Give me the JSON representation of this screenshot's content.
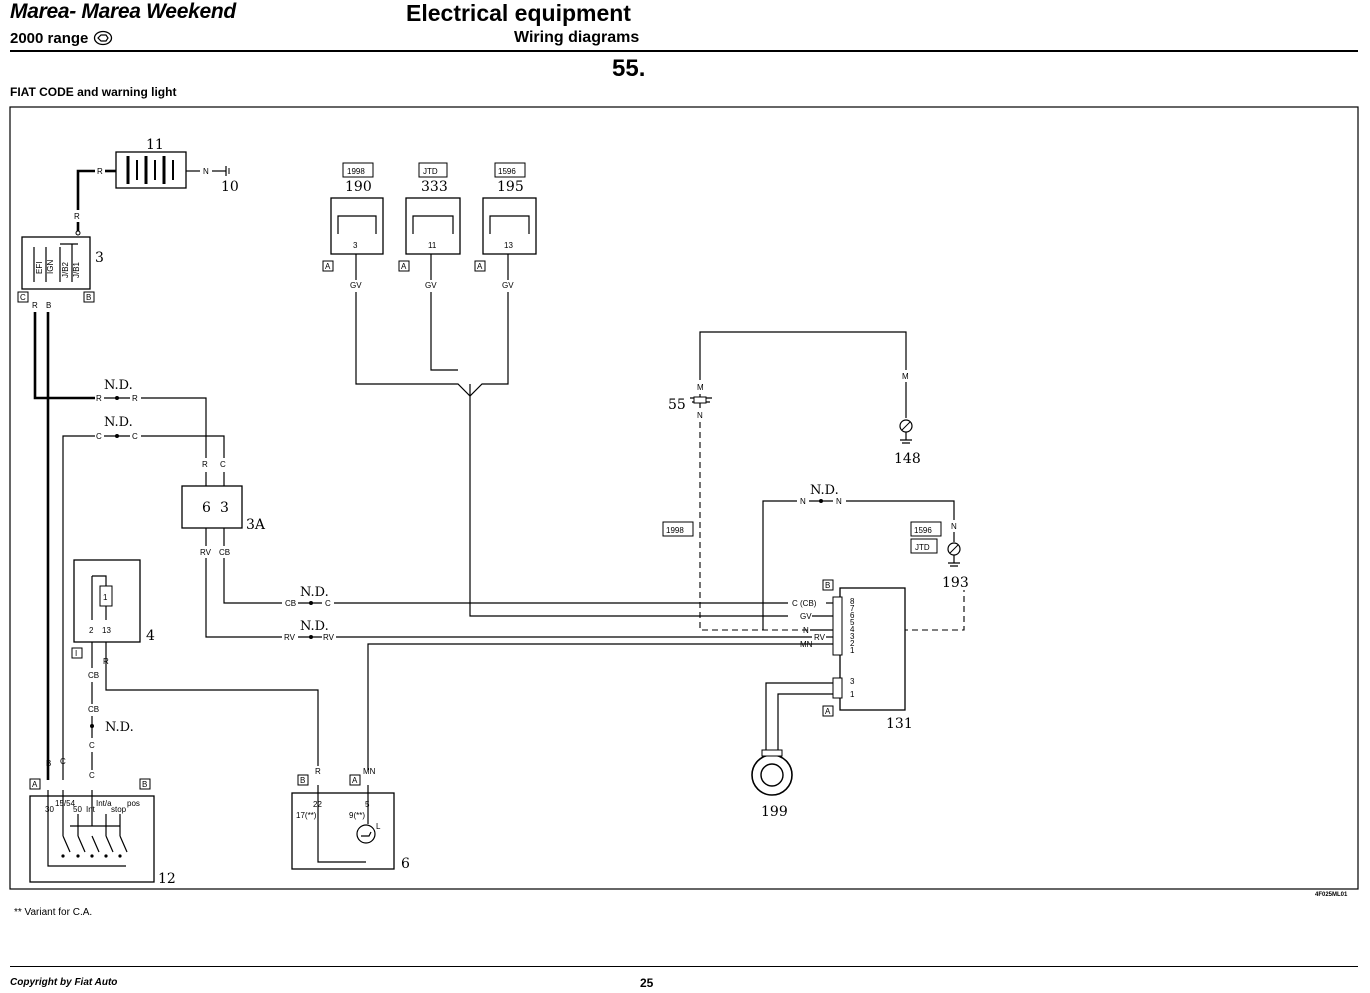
{
  "header": {
    "model": "Marea- Marea Weekend",
    "range": "2000 range",
    "section_title": "Electrical equipment",
    "section_subtitle": "Wiring diagrams",
    "page_code": "55."
  },
  "diagram_title": "FIAT CODE and warning light",
  "footnote": "**  Variant for C.A.",
  "footer": {
    "copyright": "Copyright by Fiat Auto",
    "page_number": "25",
    "drawing_code": "4F025ML01"
  },
  "components": {
    "c11": "11",
    "c10": "10",
    "c3": "3",
    "c3a": "3A",
    "c4": "4",
    "c12": "12",
    "c6": "6",
    "c131": "131",
    "c199": "199",
    "c55": "55",
    "c148": "148",
    "c193": "193",
    "c190": "190",
    "c333": "333",
    "c195": "195"
  },
  "variant_tags": {
    "v1998": "1998",
    "vjtd": "JTD",
    "v1596": "1596"
  },
  "connectors": {
    "a": "A",
    "b": "B",
    "c": "C",
    "i": "I"
  },
  "wire_colors": {
    "r": "R",
    "n": "N",
    "b": "B",
    "c": "C",
    "gv": "GV",
    "cb": "CB",
    "rv": "RV",
    "mn": "MN",
    "m": "M",
    "c_cb": "C (CB)"
  },
  "not_defined": "N.D.",
  "fuse_labels": {
    "efi": "EFI",
    "ign": "IGN",
    "jb2": "J/B2",
    "jb1": "J/B1"
  },
  "pins": {
    "p3": "3",
    "p11": "11",
    "p13": "13",
    "p6": "6",
    "p1": "1",
    "p2": "2",
    "p22": "22",
    "p5": "5",
    "p17": "17(**)",
    "p9": "9(**)",
    "p9n": "9",
    "p8": "8",
    "p7": "7",
    "p4": "4",
    "pl": "L",
    "p30": "30",
    "p15": "15/54",
    "p50": "50",
    "pint": "Int",
    "pints": "Int/a",
    "pstop": "stop",
    "ppos": "pos"
  }
}
